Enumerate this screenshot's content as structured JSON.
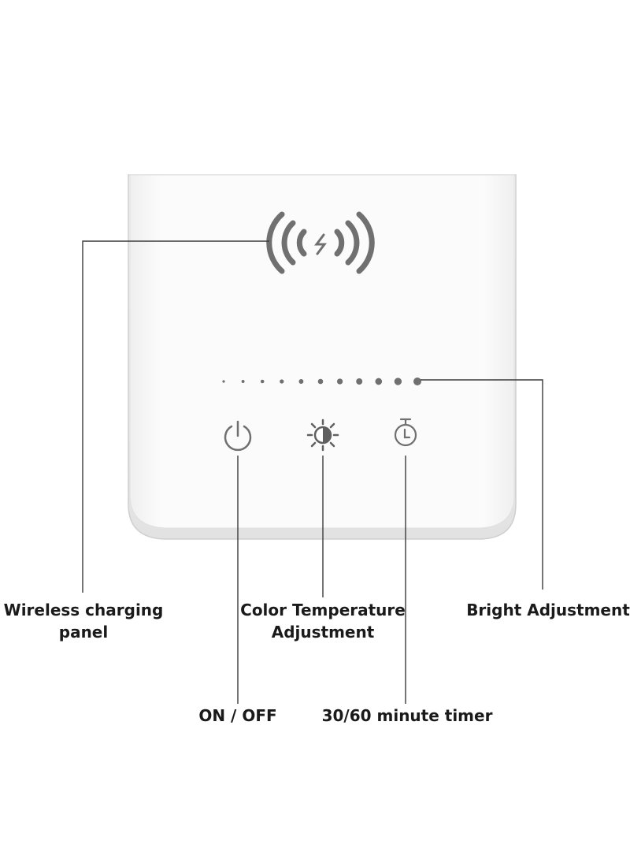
{
  "labels": {
    "wireless_line1": "Wireless charging",
    "wireless_line2": "panel",
    "color_temp_line1": "Color Temperature",
    "color_temp_line2": "Adjustment",
    "bright": "Bright Adjustment",
    "onoff": "ON / OFF",
    "timer": "30/60 minute timer"
  },
  "icons": {
    "wireless": "wireless-charging-icon",
    "power": "power-icon",
    "color_temperature": "color-temperature-icon",
    "timer": "timer-icon"
  },
  "brightness_levels": 11,
  "colors": {
    "panel_fill": "#fbfbfb",
    "panel_edge": "#d6d6d6",
    "icon_gray": "#707070",
    "leader_line": "#3a3a3a",
    "text": "#1a1a1a"
  }
}
